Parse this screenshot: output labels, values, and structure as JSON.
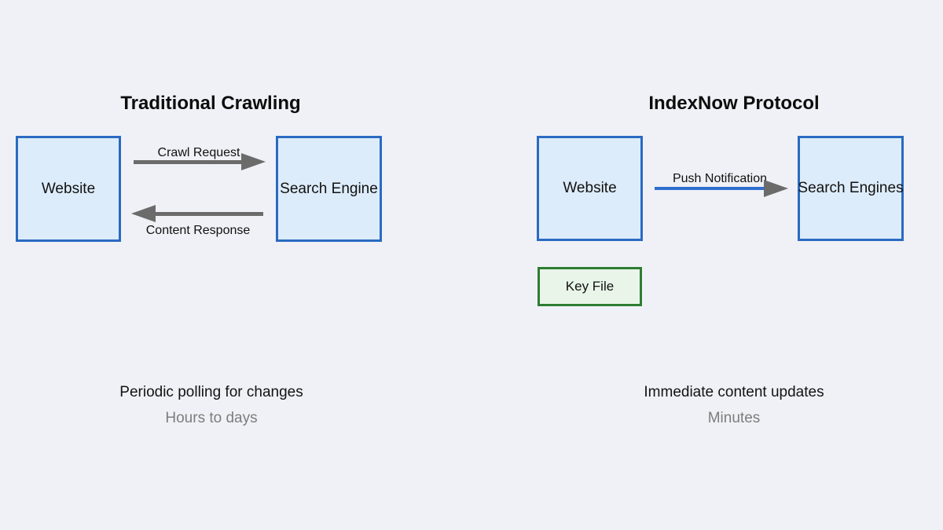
{
  "colors": {
    "background": "#f0f1f6",
    "node_fill_blue": "#ddecfa",
    "node_border_blue": "#2a6ac2",
    "node_fill_green": "#e9f5e9",
    "node_border_green": "#2e7d32",
    "arrow_gray": "#6b6b6b",
    "arrow_blue_line": "#2e6fd0",
    "text_primary": "#111111",
    "text_secondary": "#7d7d7d"
  },
  "left_panel": {
    "title": "Traditional Crawling",
    "website_box_label": "Website",
    "search_engine_box_label": "Search Engine",
    "top_arrow_label": "Crawl Request",
    "bottom_arrow_label": "Content Response",
    "caption": "Periodic polling for changes",
    "subcaption": "Hours to days"
  },
  "right_panel": {
    "title": "IndexNow Protocol",
    "website_box_label": "Website",
    "search_engines_box_label": "Search Engines",
    "arrow_label": "Push Notification",
    "key_file_box_label": "Key File",
    "caption": "Immediate content updates",
    "subcaption": "Minutes"
  }
}
